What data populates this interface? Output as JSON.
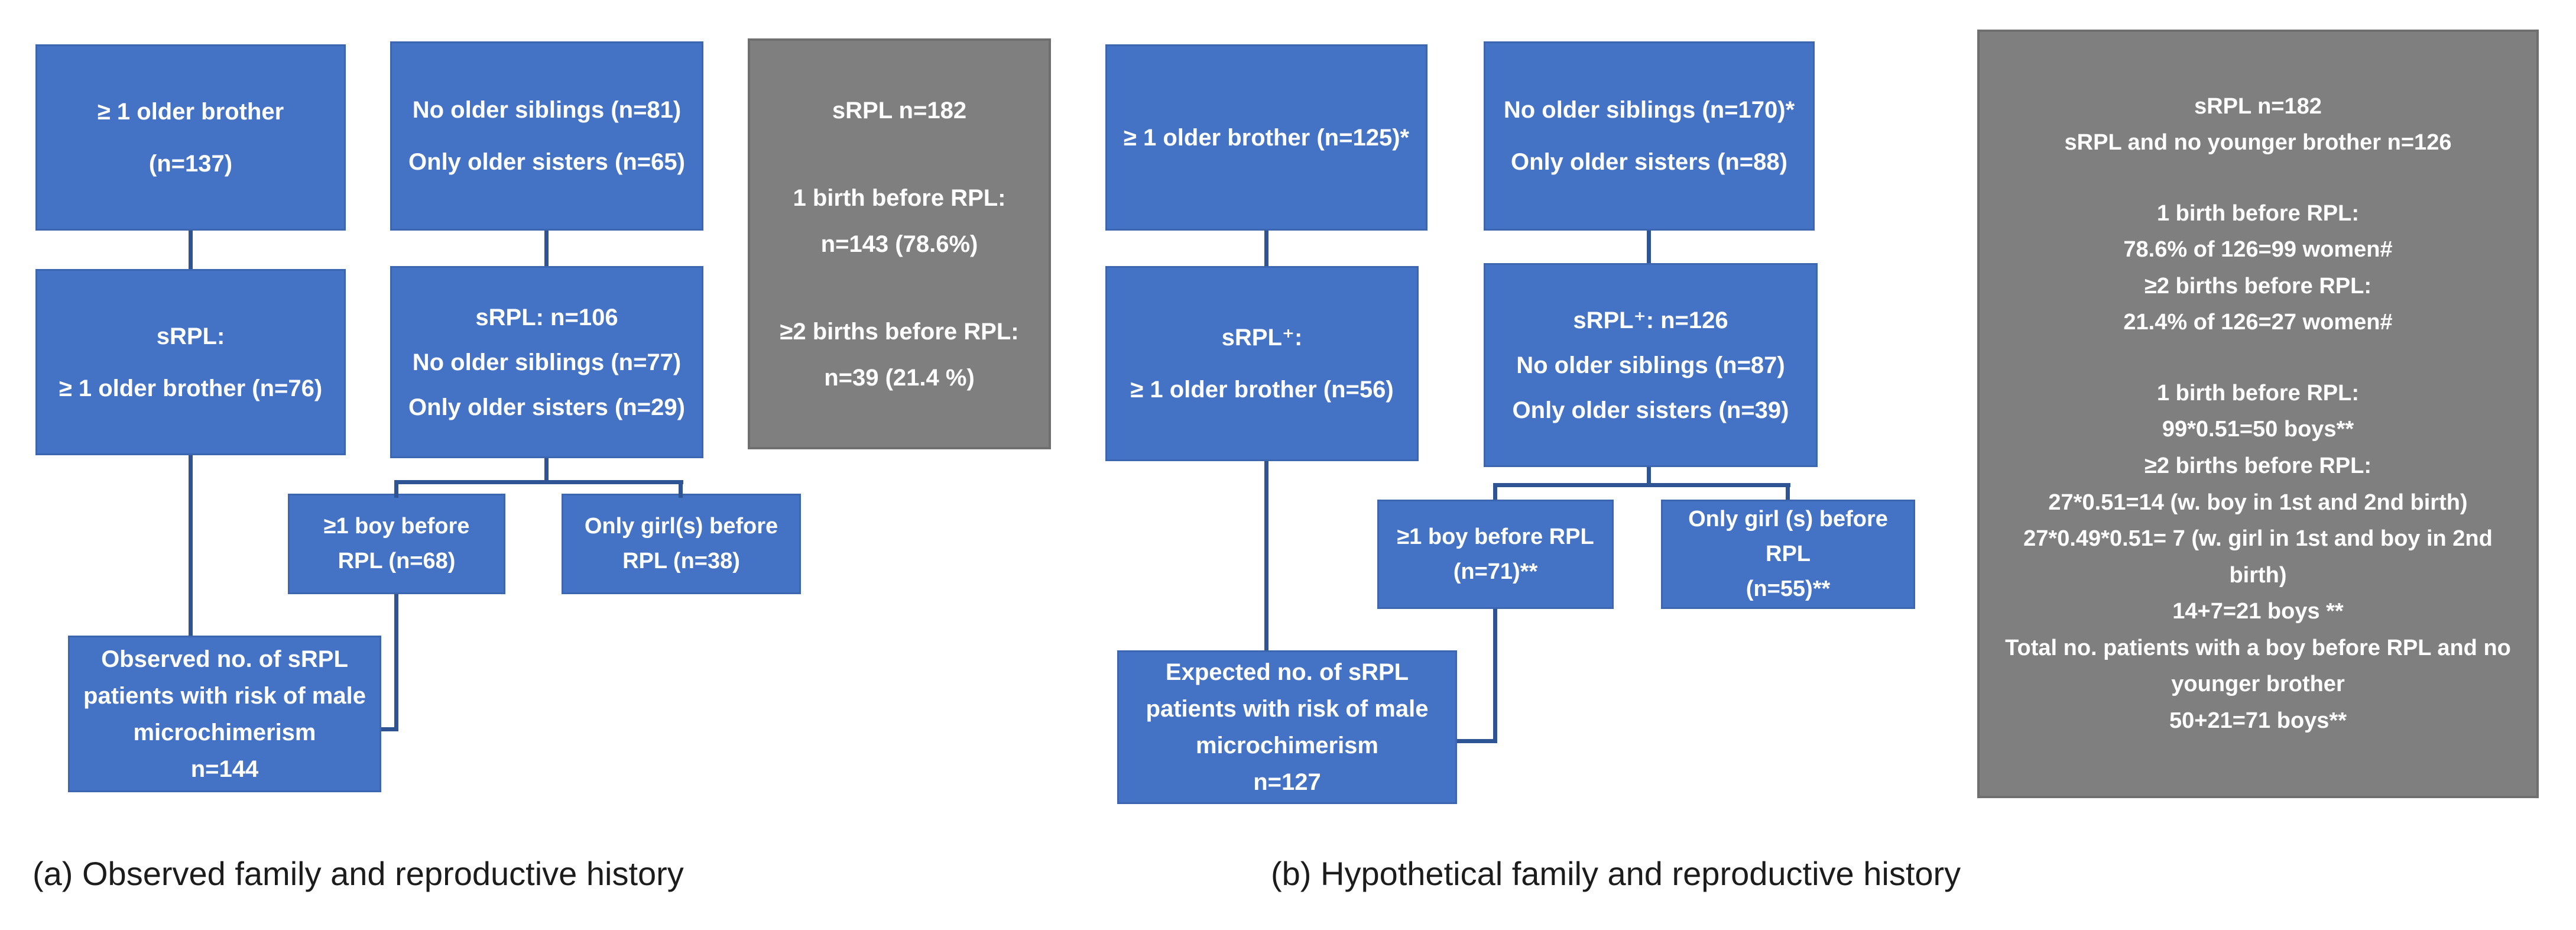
{
  "figure": {
    "colors": {
      "box_blue": "#4472c4",
      "box_gray": "#7f7f7f",
      "connector_blue": "#2e5493",
      "box_text": "#ffffff",
      "caption_text": "#1c1c1c"
    },
    "panel_a": {
      "caption": "(a) Observed family and reproductive history",
      "box_older_brother": [
        "≥ 1 older brother",
        "(n=137)"
      ],
      "box_no_older_siblings": [
        "No older siblings (n=81)",
        "Only older sisters (n=65)"
      ],
      "box_srpl_older_brother": [
        "sRPL:",
        "≥ 1 older brother (n=76)"
      ],
      "box_srpl_no_older": [
        "sRPL: n=106",
        "No older siblings (n=77)",
        "Only older sisters (n=29)"
      ],
      "box_boy_before_rpl": [
        "≥1 boy before",
        "RPL (n=68)"
      ],
      "box_girls_before_rpl": [
        "Only girl(s) before",
        "RPL (n=38)"
      ],
      "box_observed": [
        "Observed no. of sRPL",
        "patients with risk of male",
        "microchimerism",
        "n=144"
      ],
      "summary": {
        "title": "sRPL n=182",
        "h1": "1 birth before RPL:",
        "v1": "n=143 (78.6%)",
        "h2": "≥2 births before RPL:",
        "v2": "n=39 (21.4 %)"
      }
    },
    "panel_b": {
      "caption": "(b) Hypothetical family and reproductive history",
      "box_older_brother": [
        "≥ 1 older brother (n=125)*"
      ],
      "box_no_older_siblings": [
        "No older siblings (n=170)*",
        "Only older sisters (n=88)"
      ],
      "box_srpl_older_brother": [
        "sRPL⁺:",
        "≥ 1 older brother (n=56)"
      ],
      "box_srpl_no_older": [
        "sRPL⁺: n=126",
        "No older siblings (n=87)",
        "Only older sisters (n=39)"
      ],
      "box_boy_before_rpl": [
        "≥1 boy before RPL",
        "(n=71)**"
      ],
      "box_girls_before_rpl": [
        "Only girl (s) before RPL",
        "(n=55)**"
      ],
      "box_expected": [
        "Expected no. of sRPL",
        "patients with risk of male",
        "microchimerism",
        "n=127"
      ],
      "summary": {
        "line1": "sRPL n=182",
        "line2": "sRPL and no younger brother n=126",
        "sec1_h1": "1 birth before RPL:",
        "sec1_v1": "78.6% of 126=99 women#",
        "sec1_h2": "≥2 births before RPL:",
        "sec1_v2": "21.4% of 126=27 women#",
        "sec2_h1": "1 birth before RPL:",
        "sec2_v1": "99*0.51=50 boys**",
        "sec2_h2": "≥2 births before RPL:",
        "sec2_v2a": "27*0.51=14 (w. boy in 1st and 2nd birth)",
        "sec2_v2b": "27*0.49*0.51= 7 (w. girl in 1st and boy in 2nd birth)",
        "sec2_v2c": "14+7=21 boys **",
        "total_h": "Total no. patients with a boy before RPL and no younger brother",
        "total_v": "50+21=71 boys**"
      }
    }
  }
}
